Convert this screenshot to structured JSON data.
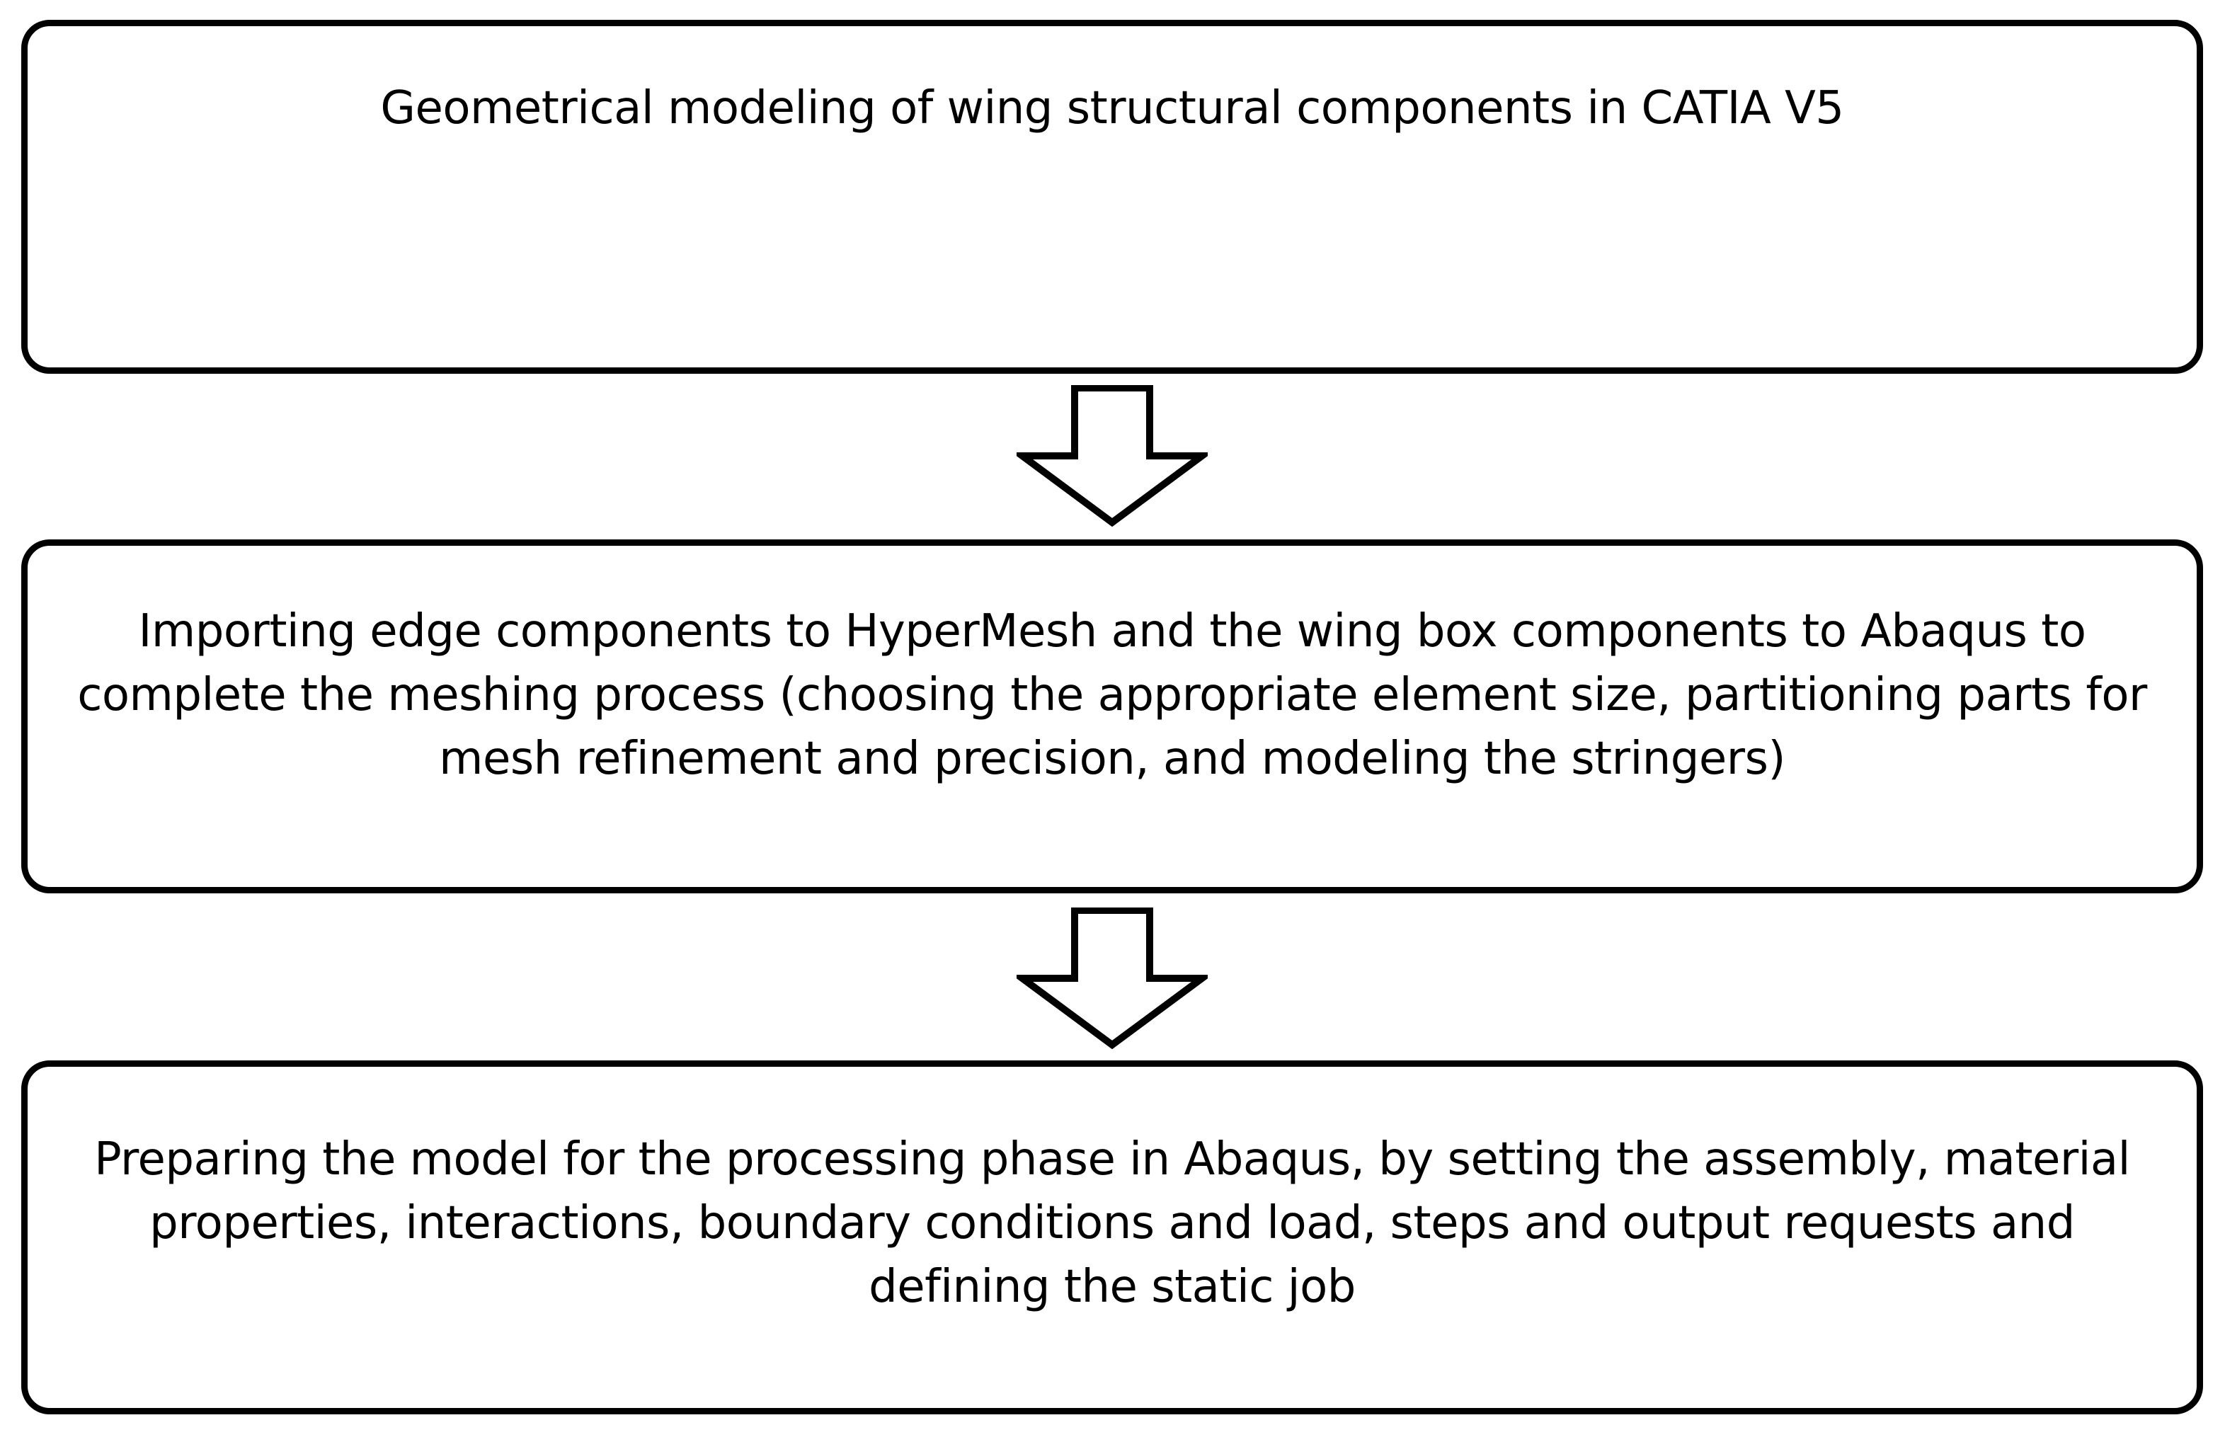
{
  "flowchart": {
    "steps": [
      {
        "text": "Geometrical modeling of wing structural components in CATIA V5"
      },
      {
        "text": "Importing edge components to HyperMesh and the wing box components to Abaqus to complete the meshing process (choosing the appropriate element size, partitioning parts for mesh refinement and precision, and modeling the stringers)"
      },
      {
        "text": "Preparing the model for the processing phase in Abaqus, by setting the assembly, material properties, interactions, boundary conditions and load, steps and output requests and defining the static job"
      }
    ],
    "arrow_icon": "down-arrow-outline-icon",
    "colors": {
      "border": "#000000",
      "background": "#ffffff",
      "text": "#000000"
    }
  }
}
